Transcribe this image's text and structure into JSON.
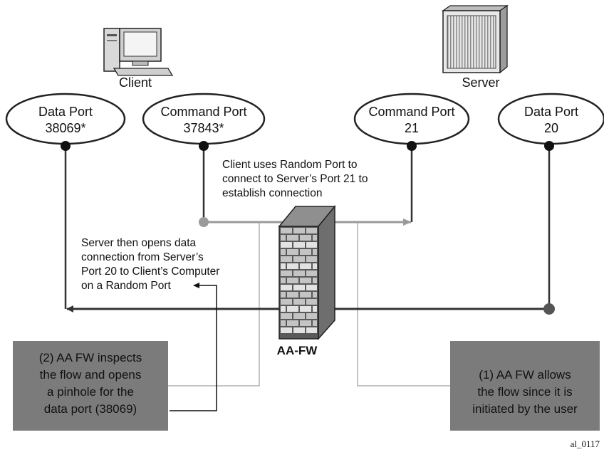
{
  "nodes": {
    "client_label": "Client",
    "server_label": "Server",
    "client_data_port": {
      "line1": "Data Port",
      "line2": "38069*"
    },
    "client_command_port": {
      "line1": "Command Port",
      "line2": "37843*"
    },
    "server_command_port": {
      "line1": "Command Port",
      "line2": "21"
    },
    "server_data_port": {
      "line1": "Data Port",
      "line2": "20"
    }
  },
  "annotations": {
    "client_connect": [
      "Client uses Random Port to",
      "connect to Server’s Port 21 to",
      "establish connection"
    ],
    "server_opens": [
      "Server then opens data",
      "connection from Server’s",
      "Port 20 to Client’s Computer",
      "on a Random Port"
    ]
  },
  "firewall_label": "AA-FW",
  "callouts": {
    "left": [
      "(2) AA FW inspects",
      "the flow and opens",
      "a pinhole for the",
      "data port (38069)"
    ],
    "right": [
      "(1) AA FW allows",
      "the flow since it is",
      "initiated by the user"
    ]
  },
  "figure_id": "al_0117",
  "colors": {
    "line_dark": "#333333",
    "line_gray": "#9a9a9a",
    "callout_fill": "#7b7b7b",
    "brick_dark": "#5a5a5a",
    "brick_light": "#c4c4c4"
  }
}
